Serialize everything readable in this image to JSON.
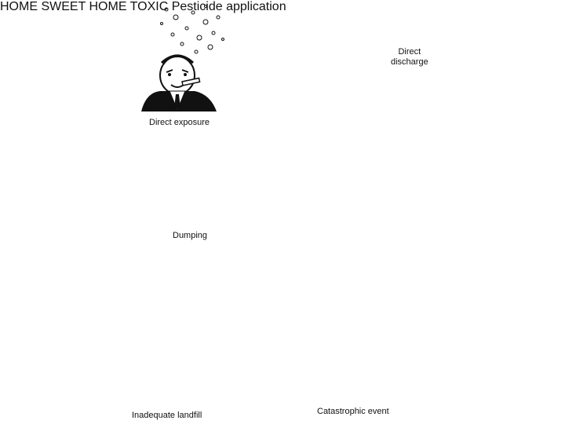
{
  "labels": {
    "direct_exposure": "Direct exposure",
    "pesticide_application": "Pesticide application",
    "direct_discharge_line1": "Direct",
    "direct_discharge_line2": "discharge",
    "dumping": "Dumping",
    "inadequate_landfill": "Inadequate landfill",
    "catastrophic_event": "Catastrophic event",
    "home_sign_line1": "HOME",
    "home_sign_line2": "SWEET HOME",
    "toxic_label": "TOXIC"
  },
  "colors": {
    "ink": "#111111",
    "background": "#ffffff"
  }
}
